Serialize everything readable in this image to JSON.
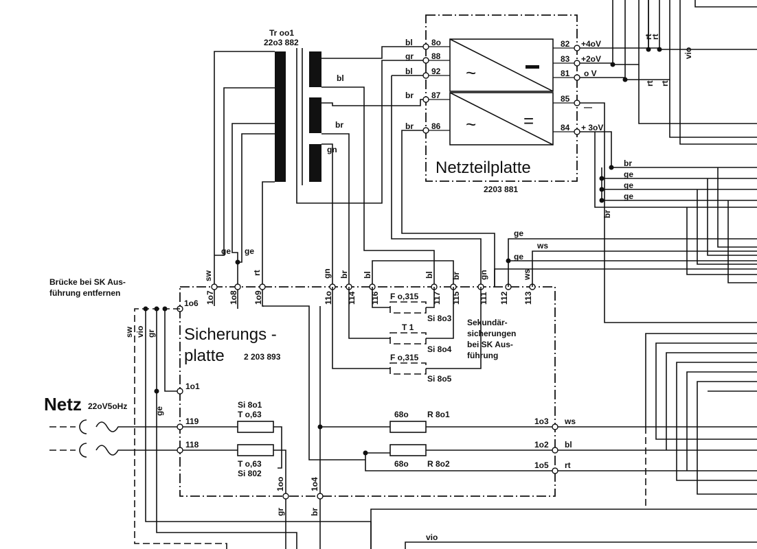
{
  "transformer": {
    "name": "Tr oo1",
    "number": "22o3 882"
  },
  "power_board": {
    "title": "Netzteilplatte",
    "number": "2203 881"
  },
  "fuse_board": {
    "title_line1": "Sicherungs -",
    "title_line2": "platte",
    "number": "2 203 893"
  },
  "mains": {
    "label": "Netz",
    "spec": "22oV5oHz"
  },
  "bridge_note": {
    "line1": "Brücke bei SK Aus-",
    "line2": "führung entfernen"
  },
  "secondary_note": {
    "line1": "Sekundär-",
    "line2": "sicherungen",
    "line3": "bei SK Aus-",
    "line4": "führung"
  },
  "pins": {
    "p80": "8o",
    "p88": "88",
    "p92": "92",
    "p87": "87",
    "p86": "86",
    "p82": "82",
    "p83": "83",
    "p81": "81",
    "p85": "85",
    "p84": "84",
    "p106": "1o6",
    "p107": "1o7",
    "p108": "1o8",
    "p109": "1o9",
    "p110": "11o",
    "p114": "114",
    "p116": "116",
    "p117": "117",
    "p115": "115",
    "p111": "111",
    "p112": "112",
    "p113": "113",
    "p101": "1o1",
    "p119": "119",
    "p118": "118",
    "p103": "1o3",
    "p102": "1o2",
    "p105": "1o5",
    "p100": "1oo",
    "p104": "1o4"
  },
  "voltages": {
    "v40": "+4oV",
    "v20": "+2oV",
    "v0": "o V",
    "vminus": "—",
    "v30": "+ 3oV"
  },
  "wire_colors": {
    "bl": "bl",
    "gr": "gr",
    "br": "br",
    "gn": "gn",
    "ge": "ge",
    "ws": "ws",
    "rt": "rt",
    "sw": "sw",
    "vio": "vio"
  },
  "components": {
    "si803": {
      "rating": "F o,315",
      "name": "Si 8o3"
    },
    "si804": {
      "rating": "T 1",
      "name": "Si 8o4"
    },
    "si805": {
      "rating": "F o,315",
      "name": "Si 8o5"
    },
    "si801": {
      "name": "Si 8o1",
      "rating": "T o,63"
    },
    "si802": {
      "rating": "T o,63",
      "name": "Si 802"
    },
    "r801": {
      "value": "68o",
      "name": "R 8o1"
    },
    "r802": {
      "value": "68o",
      "name": "R 8o2"
    }
  },
  "symbols": {
    "ac": "~",
    "dc": "="
  }
}
